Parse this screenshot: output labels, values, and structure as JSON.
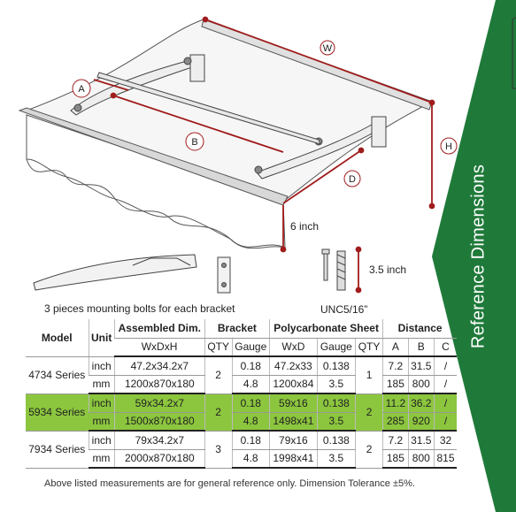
{
  "diagram": {
    "labels": {
      "w": "W",
      "a": "A",
      "b": "B",
      "h": "H",
      "d": "D"
    },
    "six_inch": "6 inch",
    "three_five_inch": "3.5 inch",
    "bolts_caption": "3 pieces mounting bolts for each bracket",
    "unc_caption": "UNC5/16”"
  },
  "side": {
    "title": "Reference Dimensions",
    "panel_color": "#1f7a3a"
  },
  "table": {
    "headers": {
      "model": "Model",
      "unit": "Unit",
      "assembled": "Assembled Dim.",
      "bracket": "Bracket",
      "sheet": "Polycarbonate Sheet",
      "distance": "Distance"
    },
    "subheaders": [
      "WxDxH",
      "QTY",
      "Gauge",
      "WxD",
      "Gauge",
      "QTY",
      "A",
      "B",
      "C"
    ],
    "groups": [
      {
        "model": "4734 Series",
        "bracket_qty": "2",
        "sheet_qty": "1",
        "rows": [
          {
            "unit": "inch",
            "assembled": "47.2x34.2x7",
            "gauge": "0.18",
            "sheet": "47.2x33",
            "sheet_gauge": "0.138",
            "a": "7.2",
            "b": "31.5",
            "c": "/"
          },
          {
            "unit": "mm",
            "assembled": "1200x870x180",
            "gauge": "4.8",
            "sheet": "1200x84",
            "sheet_gauge": "3.5",
            "a": "185",
            "b": "800",
            "c": "/"
          }
        ]
      },
      {
        "model": "5934 Series",
        "bracket_qty": "2",
        "sheet_qty": "2",
        "rows": [
          {
            "unit": "inch",
            "assembled": "59x34.2x7",
            "gauge": "0.18",
            "sheet": "59x16",
            "sheet_gauge": "0.138",
            "a": "11.2",
            "b": "36.2",
            "c": "/"
          },
          {
            "unit": "mm",
            "assembled": "1500x870x180",
            "gauge": "4.8",
            "sheet": "1498x41",
            "sheet_gauge": "3.5",
            "a": "285",
            "b": "920",
            "c": "/"
          }
        ]
      },
      {
        "model": "7934 Series",
        "bracket_qty": "3",
        "sheet_qty": "2",
        "rows": [
          {
            "unit": "inch",
            "assembled": "79x34.2x7",
            "gauge": "0.18",
            "sheet": "79x16",
            "sheet_gauge": "0.138",
            "a": "7.2",
            "b": "31.5",
            "c": "32"
          },
          {
            "unit": "mm",
            "assembled": "2000x870x180",
            "gauge": "4.8",
            "sheet": "1998x41",
            "sheet_gauge": "3.5",
            "a": "185",
            "b": "800",
            "c": "815"
          }
        ]
      }
    ],
    "highlight_color": "#8cc63e"
  },
  "footnote": "Above listed measurements are for general reference only. Dimension Tolerance ±5%."
}
